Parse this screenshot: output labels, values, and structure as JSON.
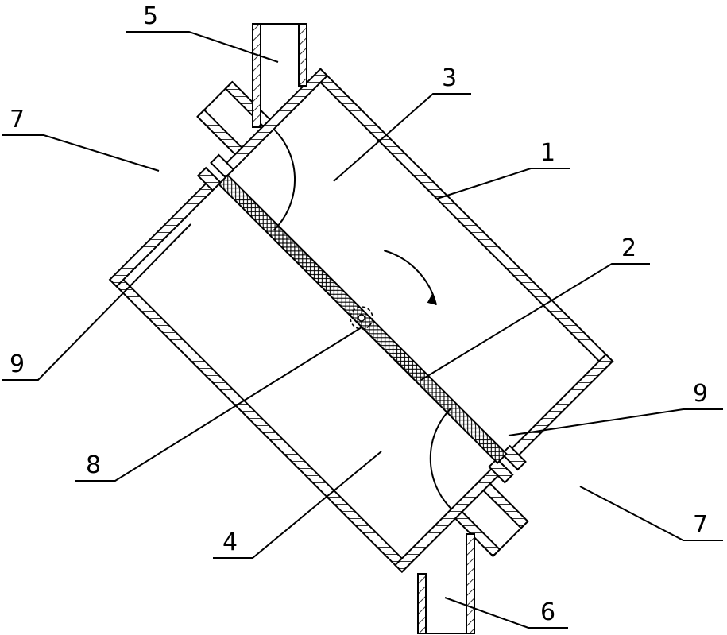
{
  "labels": {
    "l1": "1",
    "l2": "2",
    "l3": "3",
    "l4": "4",
    "l5": "5",
    "l6": "6",
    "l7_left": "7",
    "l7_right": "7",
    "l8": "8",
    "l9_left": "9",
    "l9_right": "9"
  }
}
